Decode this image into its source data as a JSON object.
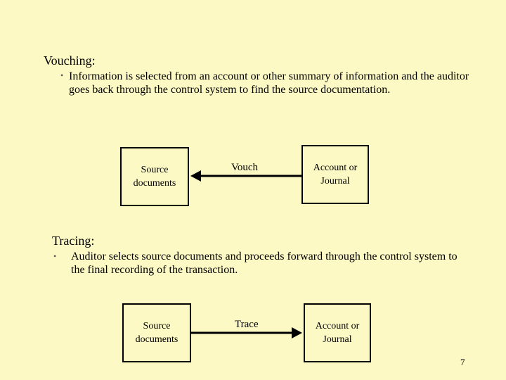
{
  "vouching": {
    "heading": "Vouching:",
    "bullet": "Information is selected from an account or other summary of information and the auditor goes back through the control system to find the source documentation.",
    "left_box": "Source\ndocuments",
    "right_box": "Account or\nJournal",
    "arrow_label": "Vouch"
  },
  "tracing": {
    "heading": "Tracing:",
    "bullet": "Auditor selects source documents and proceeds forward through the control system to the final recording of the transaction.",
    "left_box": "Source\ndocuments",
    "right_box": "Account or\nJournal",
    "arrow_label": "Trace"
  },
  "page_number": "7"
}
